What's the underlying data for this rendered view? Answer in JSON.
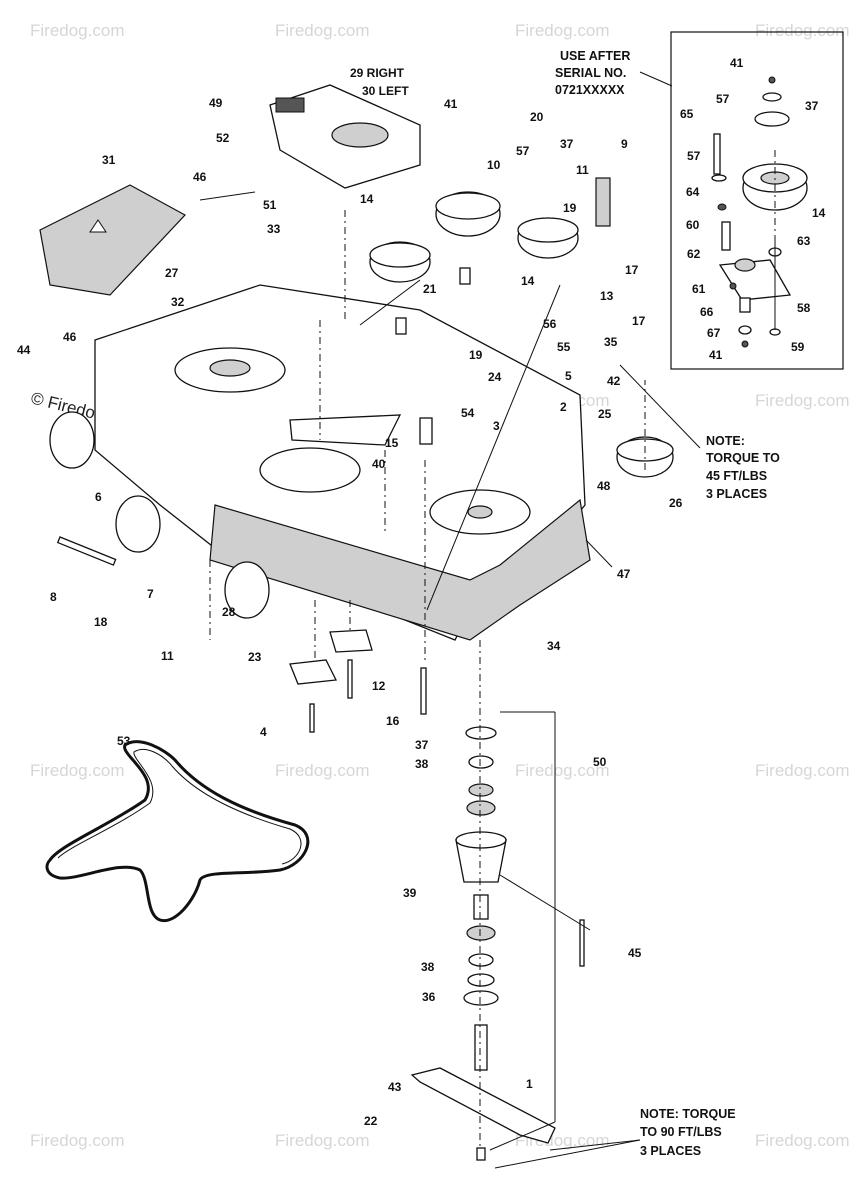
{
  "watermark": {
    "text": "Firedog.com",
    "copyright_text": "© Firedog.com"
  },
  "inset": {
    "usage_note_lines": [
      "USE AFTER",
      "SERIAL NO.",
      "0721XXXXX"
    ]
  },
  "callouts": {
    "c1": "1",
    "c2": "2",
    "c3": "3",
    "c4": "4",
    "c5": "5",
    "c6": "6",
    "c7": "7",
    "c8": "8",
    "c9": "9",
    "c10": "10",
    "c11": "11",
    "c11b": "11",
    "c12": "12",
    "c13": "13",
    "c14a": "14",
    "c14b": "14",
    "c14c": "14",
    "c15": "15",
    "c16": "16",
    "c17a": "17",
    "c17b": "17",
    "c18": "18",
    "c19a": "19",
    "c19b": "19",
    "c20": "20",
    "c21": "21",
    "c22": "22",
    "c23": "23",
    "c24": "24",
    "c25": "25",
    "c26": "26",
    "c27": "27",
    "c28": "28",
    "c29": "29 RIGHT",
    "c30": "30 LEFT",
    "c31": "31",
    "c32": "32",
    "c33": "33",
    "c34": "34",
    "c35": "35",
    "c36": "36",
    "c37a": "37",
    "c37b": "37",
    "c37c": "37",
    "c38a": "38",
    "c38b": "38",
    "c39": "39",
    "c40": "40",
    "c41a": "41",
    "c41b": "41",
    "c41c": "41",
    "c42": "42",
    "c43": "43",
    "c44": "44",
    "c45": "45",
    "c46a": "46",
    "c46b": "46",
    "c47": "47",
    "c48": "48",
    "c49": "49",
    "c50": "50",
    "c51": "51",
    "c52": "52",
    "c53": "53",
    "c54": "54",
    "c55": "55",
    "c56": "56",
    "c57a": "57",
    "c57b": "57",
    "c57c": "57",
    "c58": "58",
    "c59": "59",
    "c60": "60",
    "c61": "61",
    "c62": "62",
    "c63": "63",
    "c64": "64",
    "c65": "65",
    "c66": "66",
    "c67": "67"
  },
  "notes": {
    "torque_45": [
      "NOTE:",
      "TORQUE TO",
      "45 FT/LBS",
      "3 PLACES"
    ],
    "torque_90": [
      "NOTE: TORQUE",
      "TO 90 FT/LBS",
      "3 PLACES"
    ]
  }
}
